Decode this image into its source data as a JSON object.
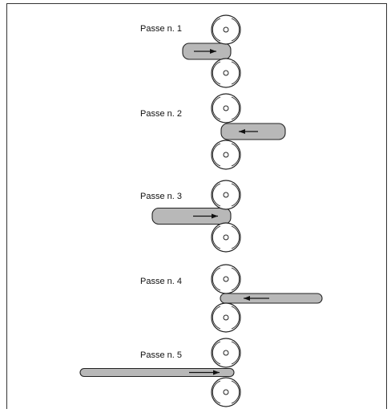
{
  "title": "",
  "passes": [
    {
      "label": "Passe n. 1",
      "direction": "right"
    },
    {
      "label": "Passe n. 2",
      "direction": "left"
    },
    {
      "label": "Passe n. 3",
      "direction": "right"
    },
    {
      "label": "Passe n. 4",
      "direction": "left"
    },
    {
      "label": "Passe n. 5",
      "direction": "right"
    }
  ],
  "colors": {
    "bar_fill": "#b8b8b8",
    "stroke": "#222222",
    "roll_fill": "#ffffff"
  }
}
